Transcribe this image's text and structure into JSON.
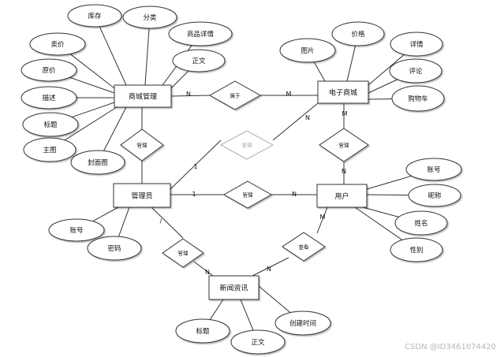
{
  "entities": [
    {
      "id": "mall_mgmt",
      "label": "商城管理"
    },
    {
      "id": "emall",
      "label": "电子商城"
    },
    {
      "id": "admin",
      "label": "管理员"
    },
    {
      "id": "user",
      "label": "用户"
    },
    {
      "id": "news",
      "label": "新闻资讯"
    }
  ],
  "relationships": [
    {
      "id": "r_belongs",
      "label": "属于"
    },
    {
      "id": "r_manage_mall",
      "label": "管理"
    },
    {
      "id": "r_publish",
      "label": "管理"
    },
    {
      "id": "r_manage_emall",
      "label": "管理"
    },
    {
      "id": "r_admin_user",
      "label": "管理"
    },
    {
      "id": "r_admin_news",
      "label": "管理"
    },
    {
      "id": "r_user_news",
      "label": "查看"
    }
  ],
  "attributes": [
    {
      "id": "a_kucun",
      "label": "库存"
    },
    {
      "id": "a_fenlei",
      "label": "分类"
    },
    {
      "id": "a_maijia",
      "label": "卖价"
    },
    {
      "id": "a_spxq",
      "label": "商品详情"
    },
    {
      "id": "a_yuanjia",
      "label": "原价"
    },
    {
      "id": "a_zhengwen1",
      "label": "正文"
    },
    {
      "id": "a_miaoshu",
      "label": "描述"
    },
    {
      "id": "a_biaoti1",
      "label": "标题"
    },
    {
      "id": "a_zhutu",
      "label": "主图"
    },
    {
      "id": "a_fengmian",
      "label": "封面图"
    },
    {
      "id": "a_tupian",
      "label": "图片"
    },
    {
      "id": "a_jiage",
      "label": "价格"
    },
    {
      "id": "a_xiangqing",
      "label": "详情"
    },
    {
      "id": "a_pinglun",
      "label": "评论"
    },
    {
      "id": "a_gouwuche",
      "label": "购物车"
    },
    {
      "id": "a_zhanghao_u",
      "label": "账号"
    },
    {
      "id": "a_nicheng",
      "label": "昵称"
    },
    {
      "id": "a_xingming",
      "label": "姓名"
    },
    {
      "id": "a_xingbie",
      "label": "性别"
    },
    {
      "id": "a_zhanghao_a",
      "label": "账号"
    },
    {
      "id": "a_mima",
      "label": "密码"
    },
    {
      "id": "a_biaoti2",
      "label": "标题"
    },
    {
      "id": "a_zhengwen2",
      "label": "正文"
    },
    {
      "id": "a_cjsj",
      "label": "创建时间"
    }
  ],
  "cardinalities": [
    {
      "id": "c1",
      "label": "N"
    },
    {
      "id": "c2",
      "label": "M"
    },
    {
      "id": "c3",
      "label": "N"
    },
    {
      "id": "c4",
      "label": "1"
    },
    {
      "id": "c5",
      "label": "M"
    },
    {
      "id": "c6",
      "label": "N"
    },
    {
      "id": "c7",
      "label": "1"
    },
    {
      "id": "c8",
      "label": "N"
    },
    {
      "id": "c9",
      "label": "/"
    },
    {
      "id": "c10",
      "label": "N"
    },
    {
      "id": "c11",
      "label": "M"
    },
    {
      "id": "c12",
      "label": "N"
    }
  ],
  "watermark": "CSDN @ID3461074420",
  "colors": {
    "stroke": "#333333",
    "entity_fill": "#ffffff",
    "faded": "#b0b0b0"
  }
}
